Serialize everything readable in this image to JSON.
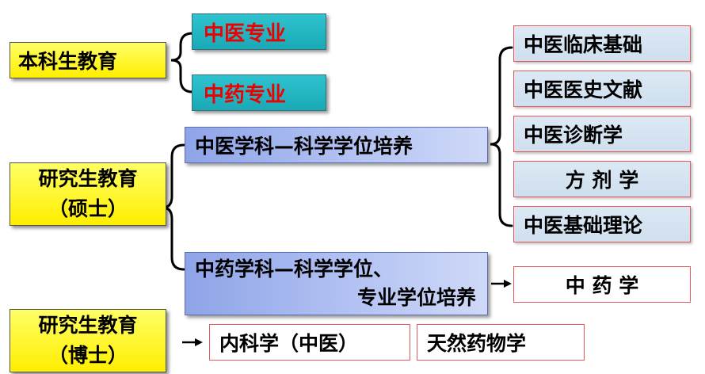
{
  "undergrad": {
    "label": "本科生教育",
    "programs": [
      "中医专业",
      "中药专业"
    ]
  },
  "master": {
    "label_line1": "研究生教育",
    "label_line2": "（硕士）",
    "tcm_discipline": "中医学科—科学学位培养",
    "tcm_subjects": [
      "中医临床基础",
      "中医医史文献",
      "中医诊断学",
      "方 剂 学",
      "中医基础理论"
    ],
    "pharm_discipline_line1": "中药学科—科学学位、",
    "pharm_discipline_line2": "专业学位培养",
    "pharm_subject": "中 药 学"
  },
  "doctor": {
    "label_line1": "研究生教育",
    "label_line2": "（博士）",
    "subjects": [
      "内科学（中医）",
      "天然药物学"
    ]
  },
  "colors": {
    "label_fill": "#ffee00",
    "program_fill": "#1aa9b6",
    "program_text": "#ee0000",
    "discipline_fill": "#a9baf0",
    "subject_fill": "#cfdfee",
    "subject_border": "#e25a5a"
  }
}
